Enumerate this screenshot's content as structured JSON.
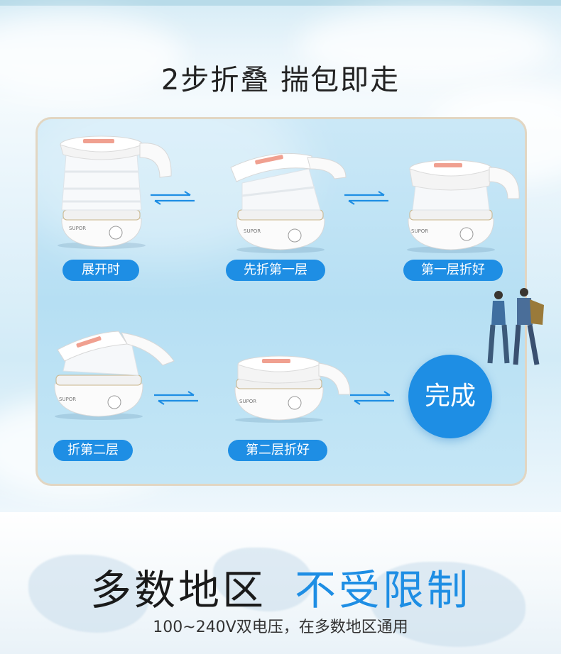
{
  "headline": "2步折叠  揣包即走",
  "steps": [
    {
      "label": "展开时"
    },
    {
      "label": "先折第一层"
    },
    {
      "label": "第一层折好"
    },
    {
      "label": "折第二层"
    },
    {
      "label": "第二层折好"
    }
  ],
  "done_label": "完成",
  "brand_text": "SUPOR",
  "bottom": {
    "title_black": "多数地区",
    "title_blue": "不受限制",
    "subtitle": "100~240V双电压，在多数地区通用"
  },
  "colors": {
    "accent": "#1e8ee4",
    "panel_border": "#e2d6c2",
    "text_dark": "#222222"
  }
}
